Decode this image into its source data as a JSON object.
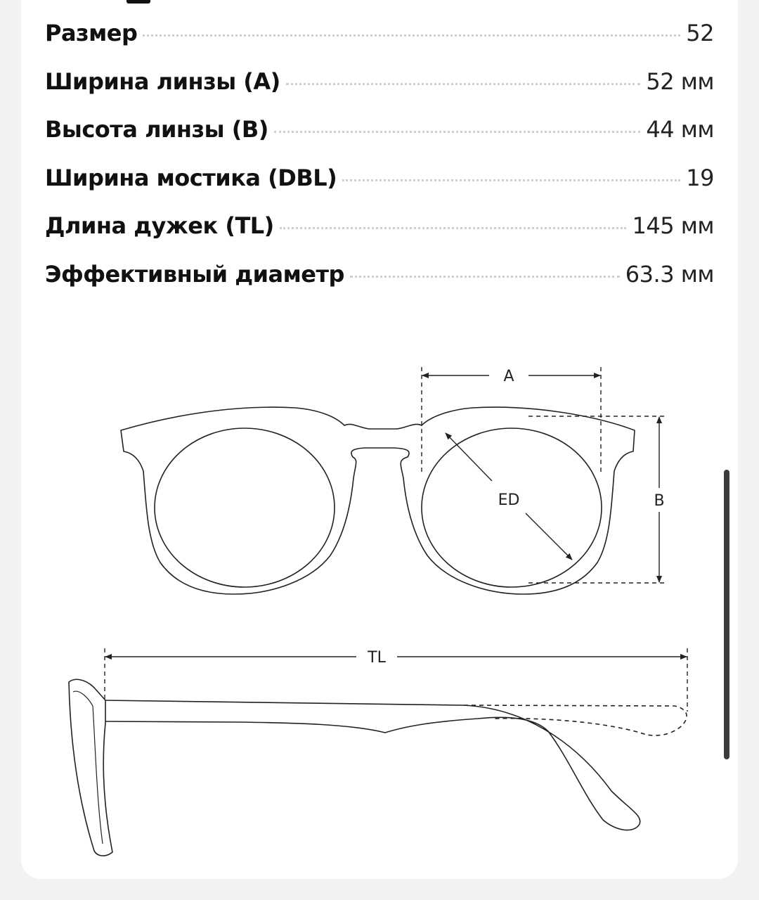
{
  "specs": [
    {
      "label": "Размер",
      "value": "52"
    },
    {
      "label": "Ширина линзы (A)",
      "value": "52 мм"
    },
    {
      "label": "Высота линзы (B)",
      "value": "44 мм"
    },
    {
      "label": "Ширина мостика (DBL)",
      "value": "19"
    },
    {
      "label": "Длина дужек (TL)",
      "value": "145 мм"
    },
    {
      "label": "Эффективный диаметр",
      "value": "63.3 мм"
    }
  ],
  "diagram": {
    "label_a": "A",
    "label_b": "B",
    "label_ed": "ED",
    "label_tl": "TL"
  },
  "colors": {
    "stroke": "#222222",
    "dots": "#cfcfcf"
  }
}
